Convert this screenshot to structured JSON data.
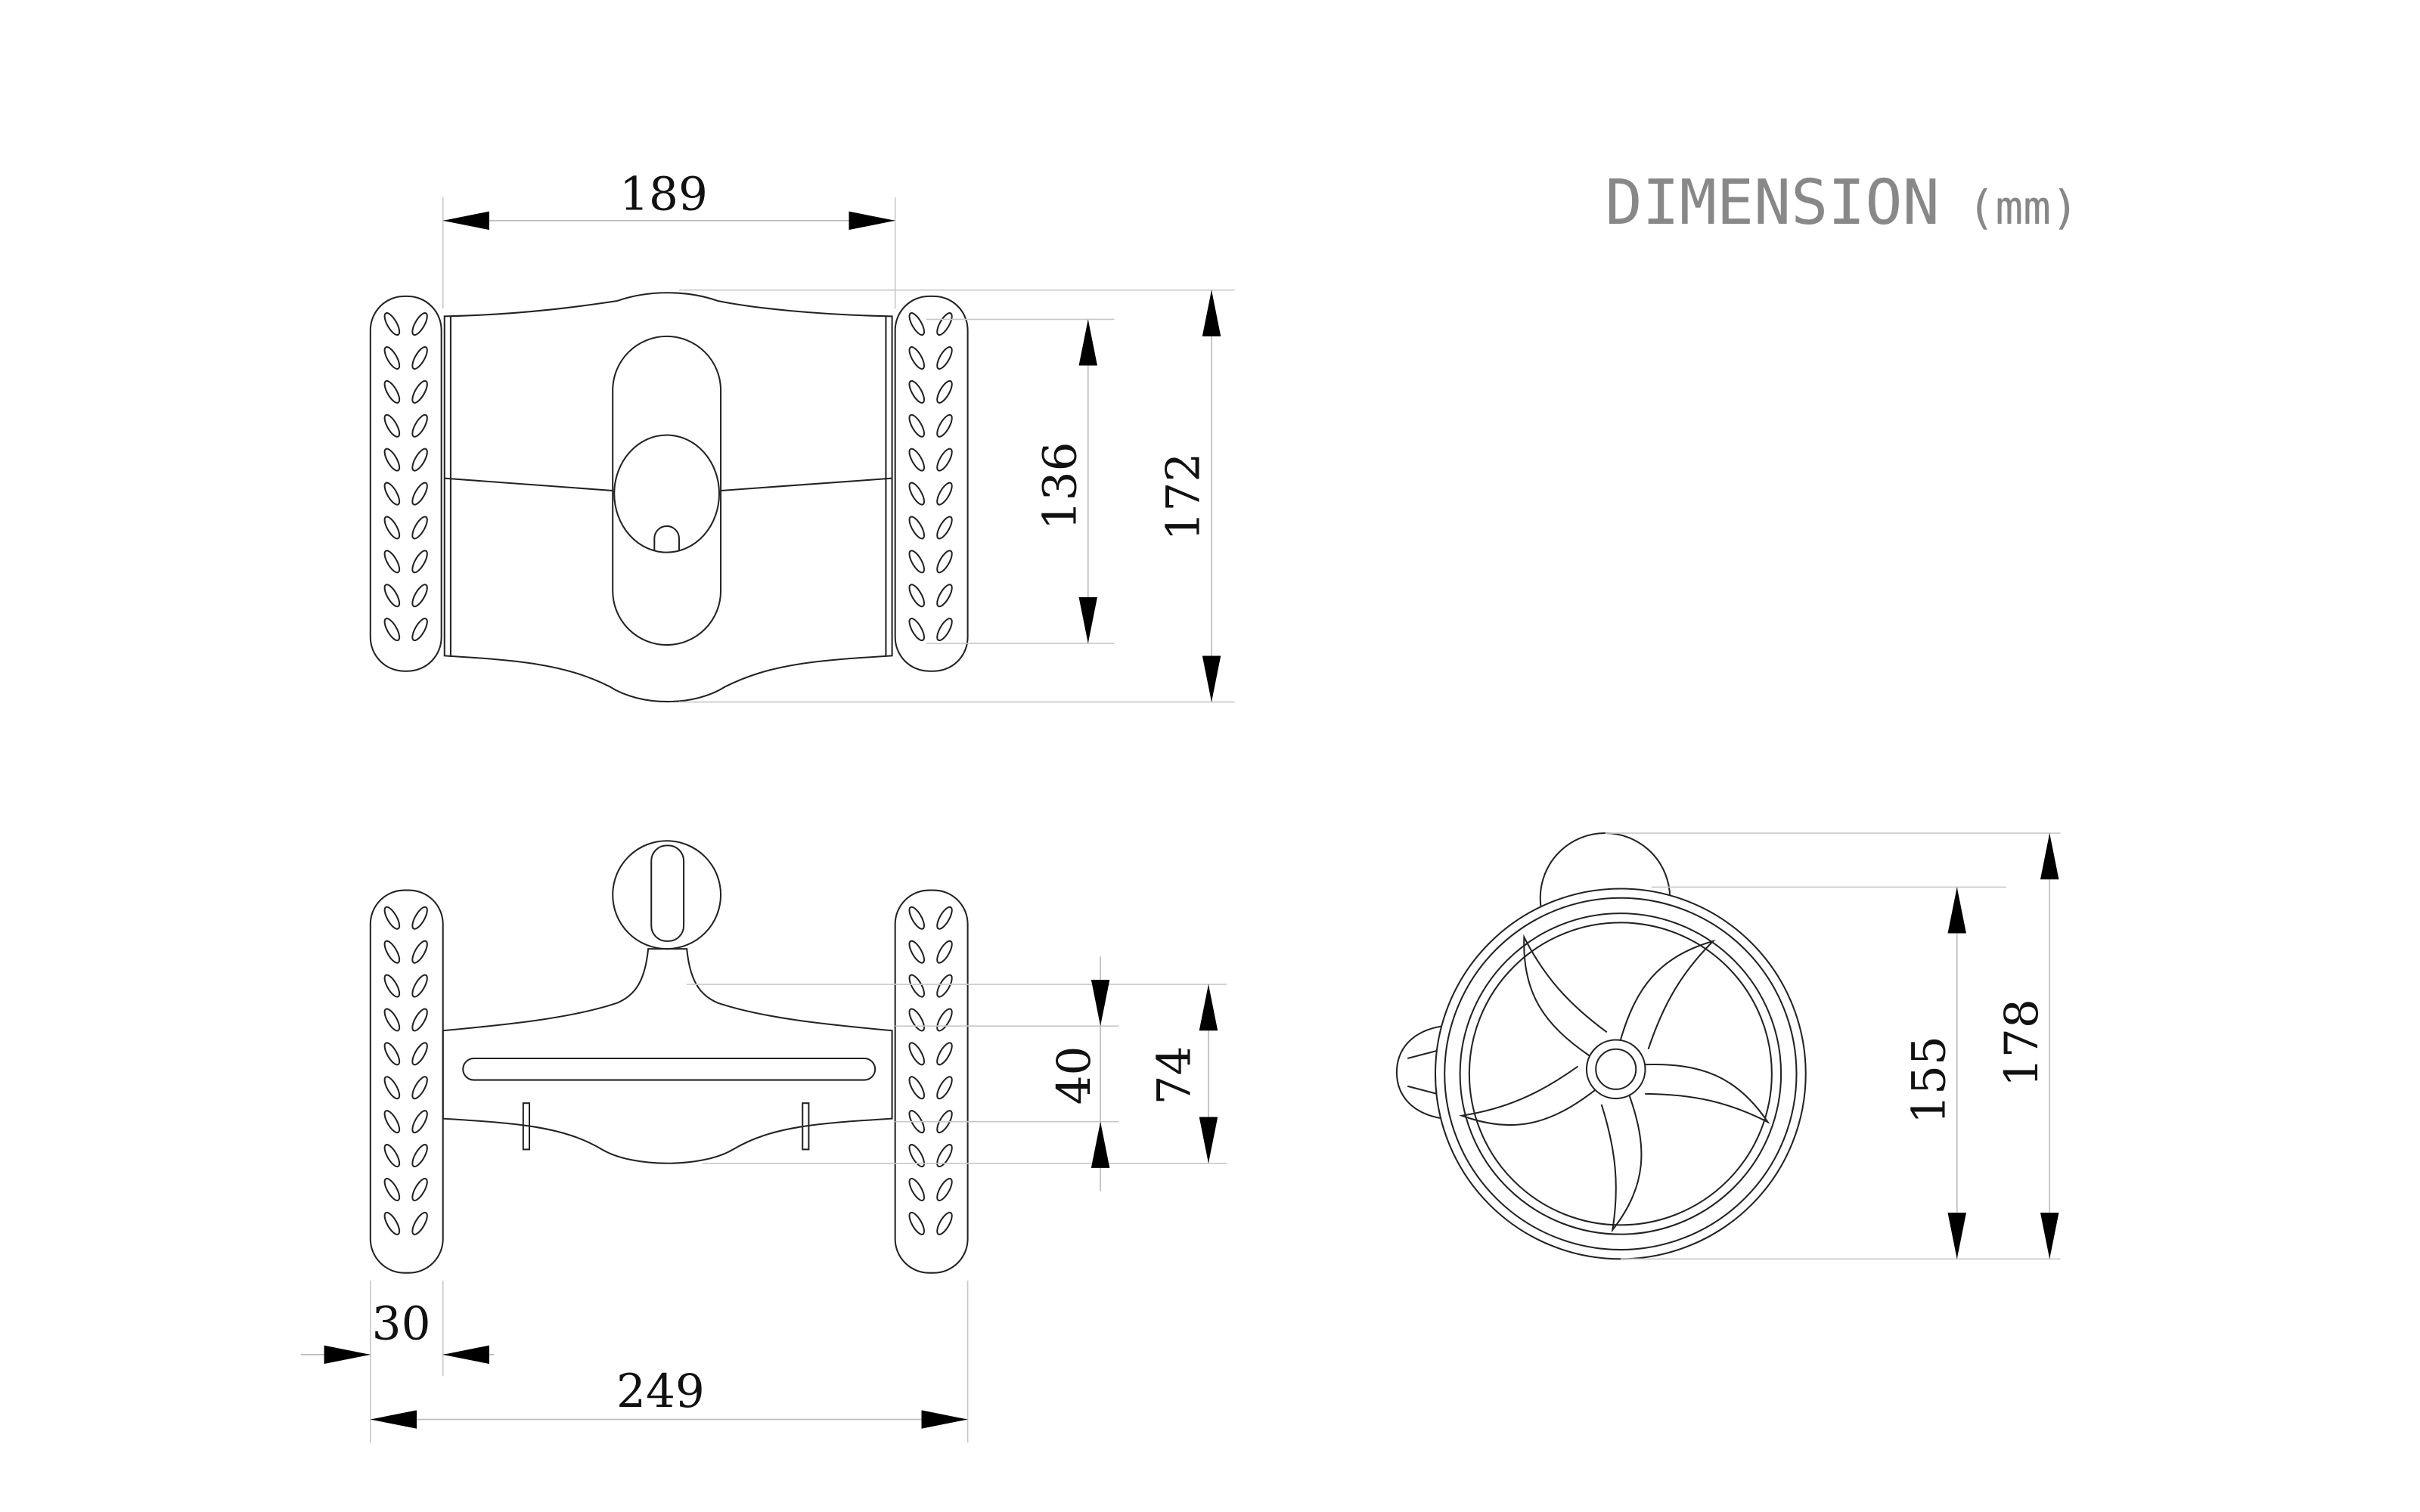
{
  "title": {
    "text": "DIMENSION",
    "unit": "(mm)",
    "color": "#888888"
  },
  "dimensions": {
    "top_width": "189",
    "top_inner_height": "136",
    "top_total_height": "172",
    "front_body_height": "40",
    "front_total_height": "74",
    "wheel_width": "30",
    "total_width": "249",
    "side_wheel_diameter": "155",
    "side_total_height": "178"
  },
  "line_color": "#222222"
}
